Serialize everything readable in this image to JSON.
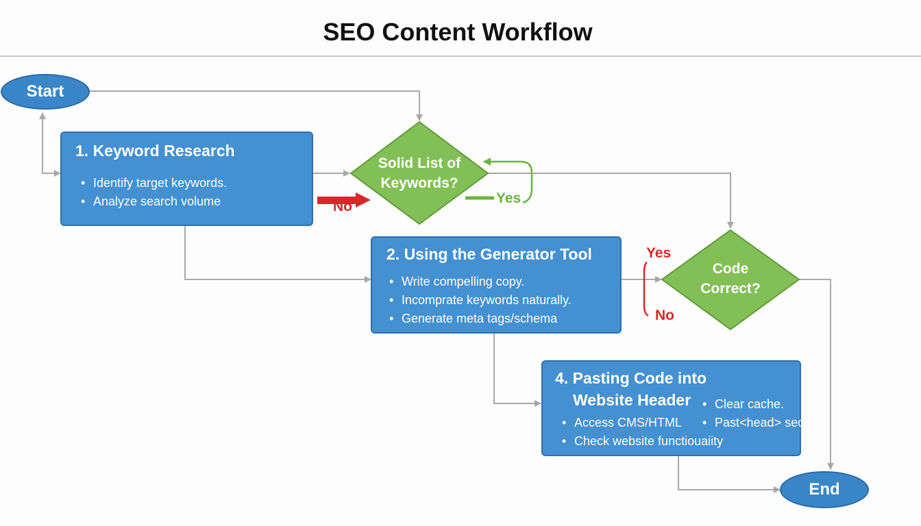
{
  "title": "SEO Content Workflow",
  "nodes": {
    "start": {
      "label": "Start"
    },
    "end": {
      "label": "End"
    },
    "keyword_research": {
      "title": "1. Keyword Research",
      "bullets": [
        "Identify target keywords.",
        "Analyze search volume"
      ]
    },
    "generator_tool": {
      "title": "2. Using the Generator Tool",
      "bullets": [
        "Write compelling copy.",
        "Incomprate keywords naturally.",
        "Generate meta tags/schema"
      ]
    },
    "pasting_code": {
      "title_line1": "4. Pasting Code into",
      "title_line2": "Website Header",
      "bullets_left": [
        "Access CMS/HTML",
        "Check website functiouaiity"
      ],
      "bullets_right": [
        "Clear cache.",
        "Past<head> sec"
      ]
    },
    "decision_keywords": {
      "line1": "Solid List of",
      "line2": "Keywords?"
    },
    "decision_code": {
      "line1": "Code",
      "line2": "Correct?"
    }
  },
  "edge_labels": {
    "no_keywords": "No",
    "yes_keywords": "Yes",
    "yes_code": "Yes",
    "no_code": "No"
  },
  "colors": {
    "process_fill": "#4490d0",
    "decision_fill": "#82bf56",
    "connector": "#a8a8a8",
    "label_red": "#d8282a",
    "label_green": "#6ab43f"
  }
}
